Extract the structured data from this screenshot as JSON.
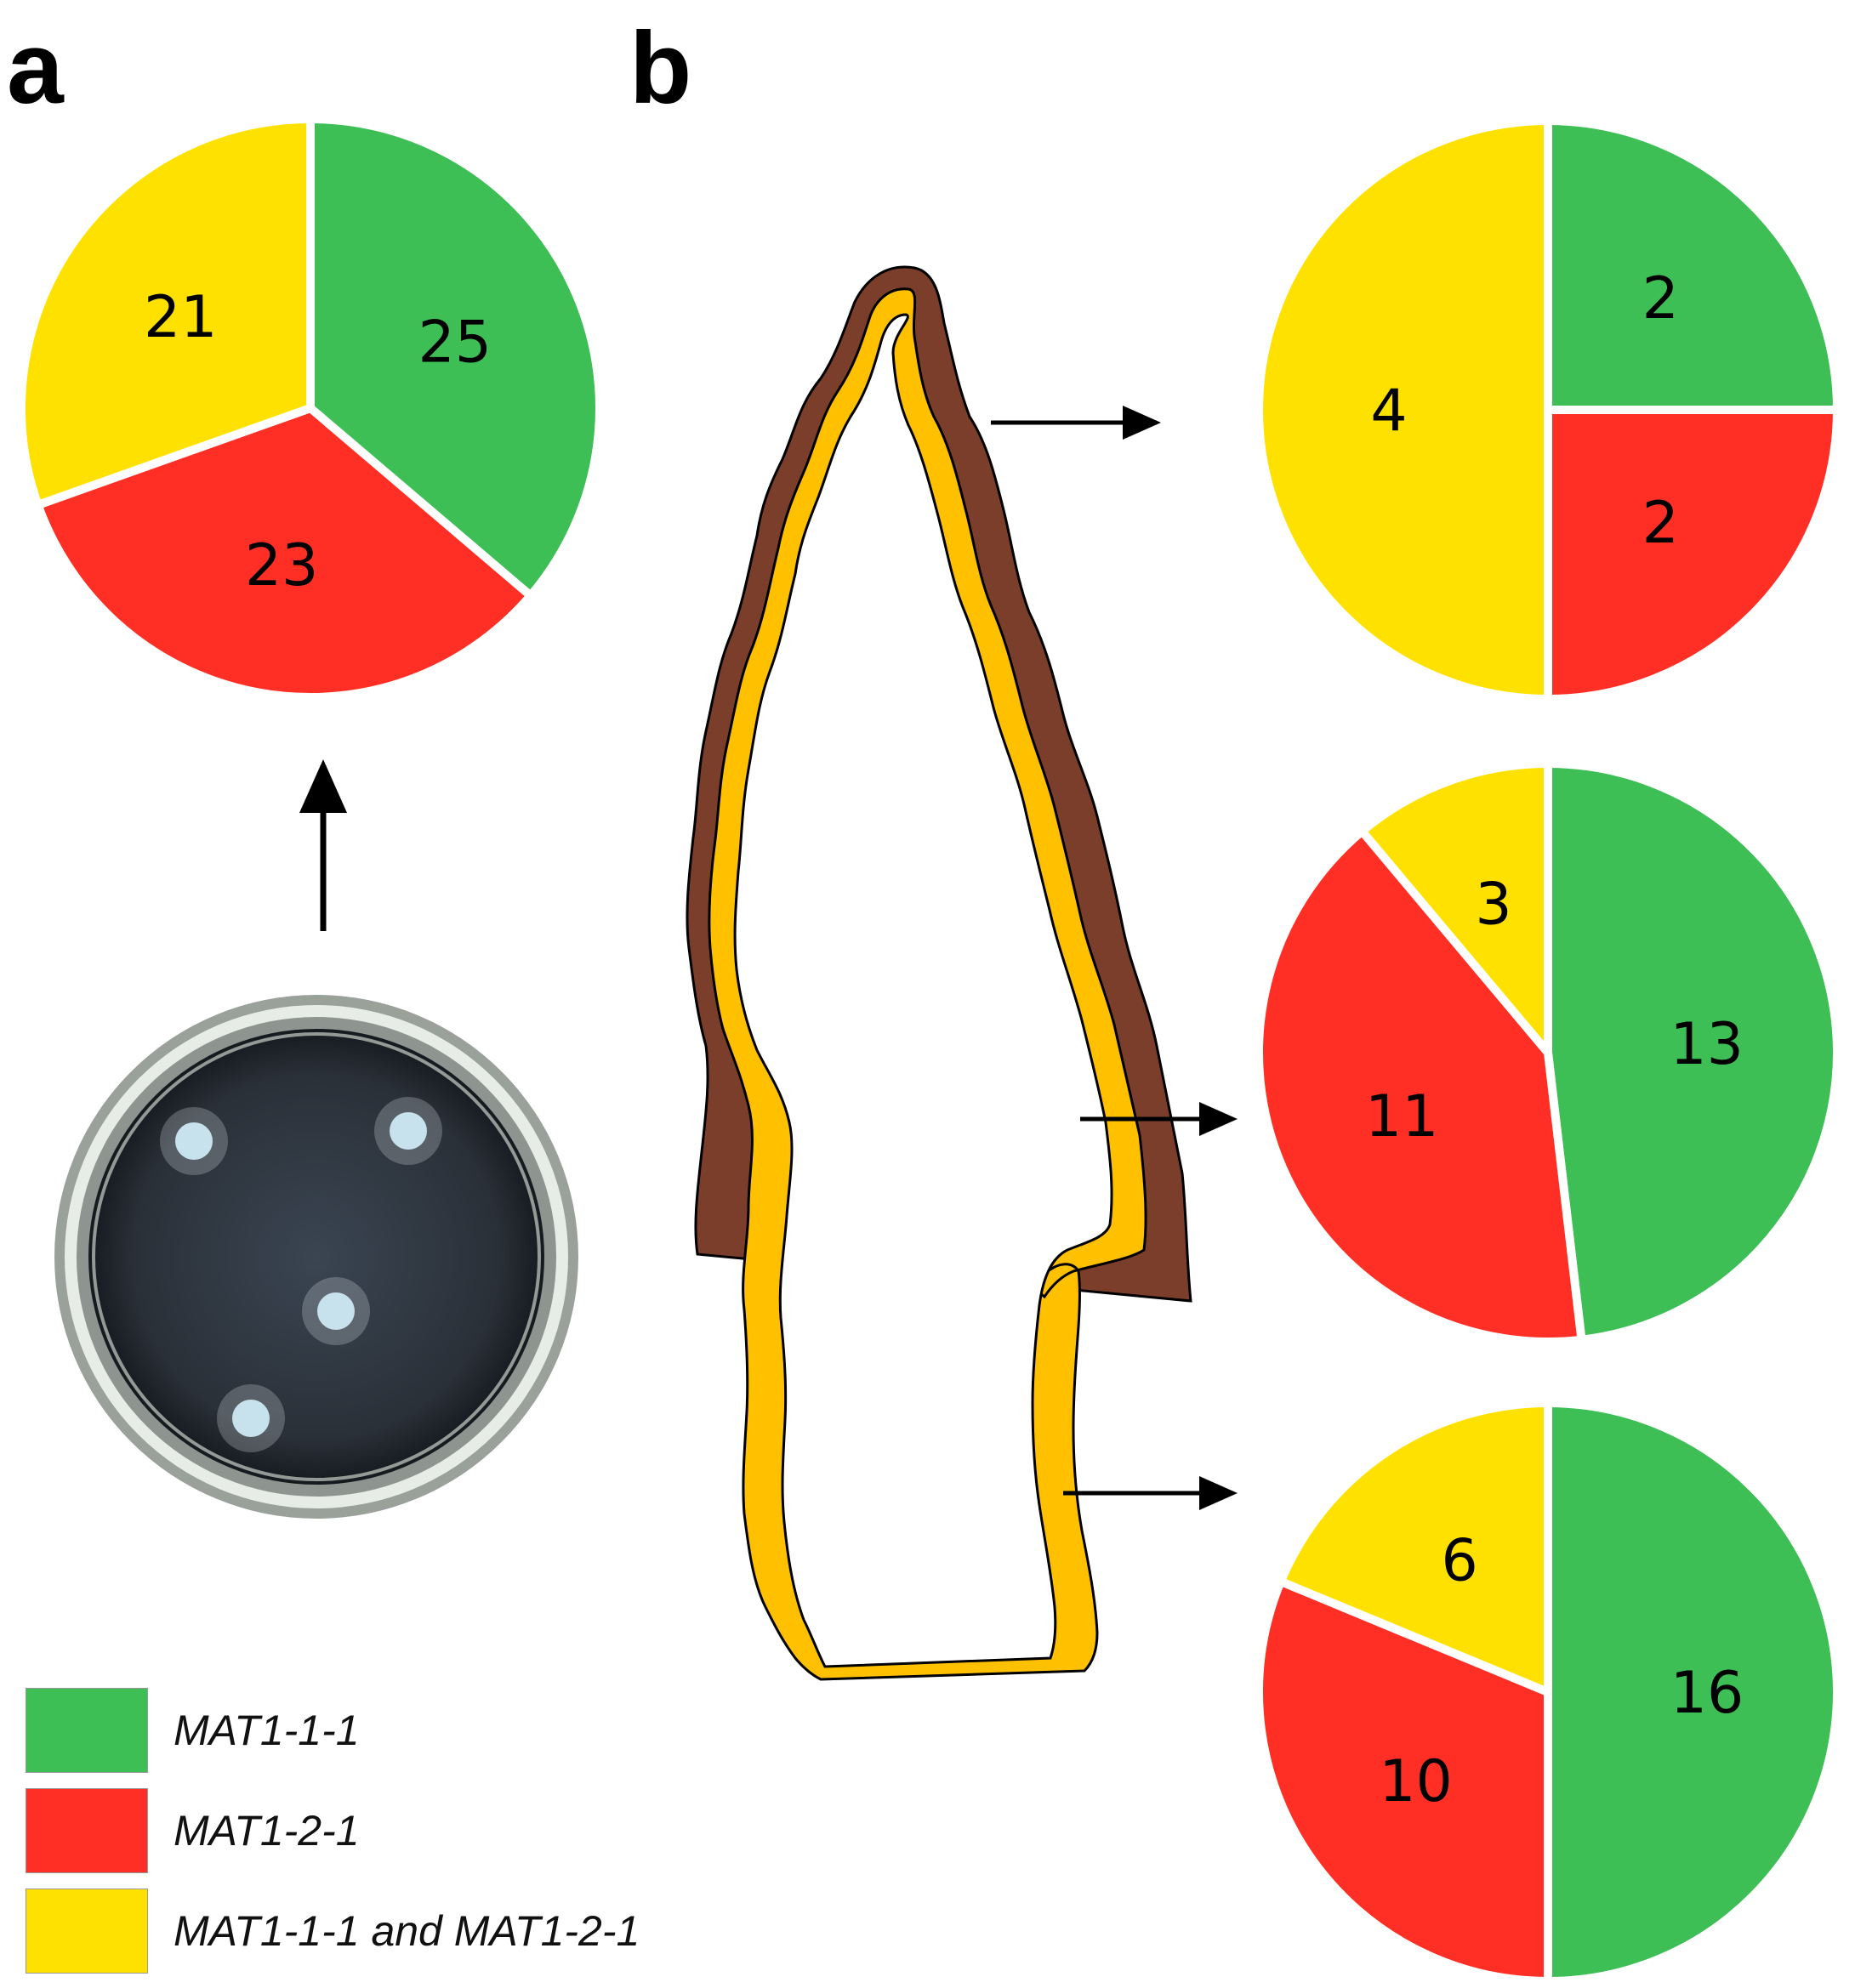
{
  "panels": {
    "a": "a",
    "b": "b"
  },
  "colors": {
    "MAT1-1-1": "#3dbf55",
    "MAT1-2-1": "#ff2f25",
    "MAT1-1-1 and MAT1-2-1": "#ffe100",
    "outer_layer": "#7a3e2a",
    "inner_layer": "#ffc000"
  },
  "legend": {
    "items": [
      {
        "label": "MAT1-1-1",
        "color": "#3dbf55"
      },
      {
        "label": "MAT1-2-1",
        "color": "#ff2f25"
      },
      {
        "label": "MAT1-1-1 and MAT1-2-1",
        "color": "#ffe100"
      }
    ]
  },
  "chart_data": [
    {
      "type": "pie",
      "panel": "a",
      "slices": [
        {
          "category": "MAT1-1-1",
          "value": 25
        },
        {
          "category": "MAT1-2-1",
          "value": 23
        },
        {
          "category": "MAT1-1-1 and MAT1-2-1",
          "value": 21
        }
      ]
    },
    {
      "type": "pie",
      "panel": "b",
      "position": "top",
      "slices": [
        {
          "category": "MAT1-1-1",
          "value": 2
        },
        {
          "category": "MAT1-2-1",
          "value": 2
        },
        {
          "category": "MAT1-1-1 and MAT1-2-1",
          "value": 4
        }
      ]
    },
    {
      "type": "pie",
      "panel": "b",
      "position": "middle",
      "slices": [
        {
          "category": "MAT1-1-1",
          "value": 13
        },
        {
          "category": "MAT1-2-1",
          "value": 11
        },
        {
          "category": "MAT1-1-1 and MAT1-2-1",
          "value": 3
        }
      ]
    },
    {
      "type": "pie",
      "panel": "b",
      "position": "bottom",
      "slices": [
        {
          "category": "MAT1-1-1",
          "value": 16
        },
        {
          "category": "MAT1-2-1",
          "value": 10
        },
        {
          "category": "MAT1-1-1 and MAT1-2-1",
          "value": 6
        }
      ]
    }
  ]
}
